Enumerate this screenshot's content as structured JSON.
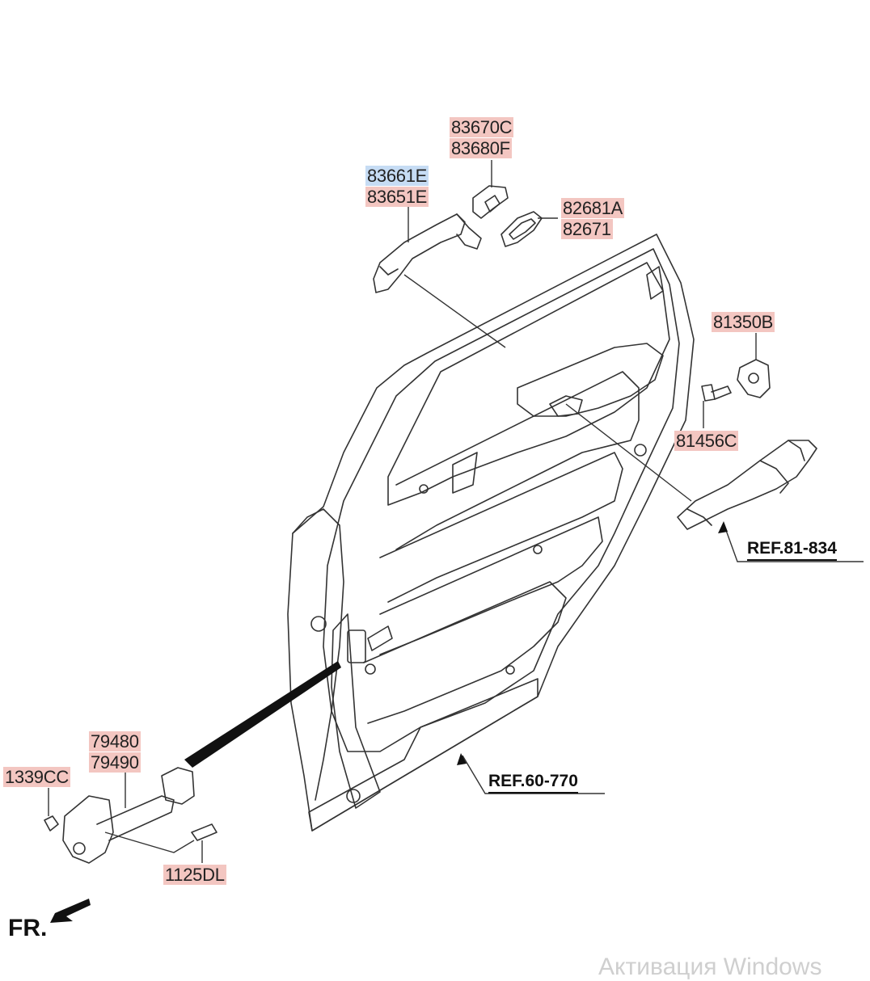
{
  "parts": {
    "p83670C": "83670C",
    "p83680F": "83680F",
    "p83661E": "83661E",
    "p83651E": "83651E",
    "p82681A": "82681A",
    "p82671": "82671",
    "p81350B": "81350B",
    "p81456C": "81456C",
    "p79480": "79480",
    "p79490": "79490",
    "p1339CC": "1339CC",
    "p1125DL": "1125DL"
  },
  "refs": {
    "ref_81_834": "REF.81-834",
    "ref_60_770": "REF.60-770"
  },
  "direction_label": "FR.",
  "watermark": "Активация Windows",
  "colors": {
    "label_pink": "#f3c6c1",
    "label_blue": "#c6dcf4",
    "line": "#333333"
  }
}
